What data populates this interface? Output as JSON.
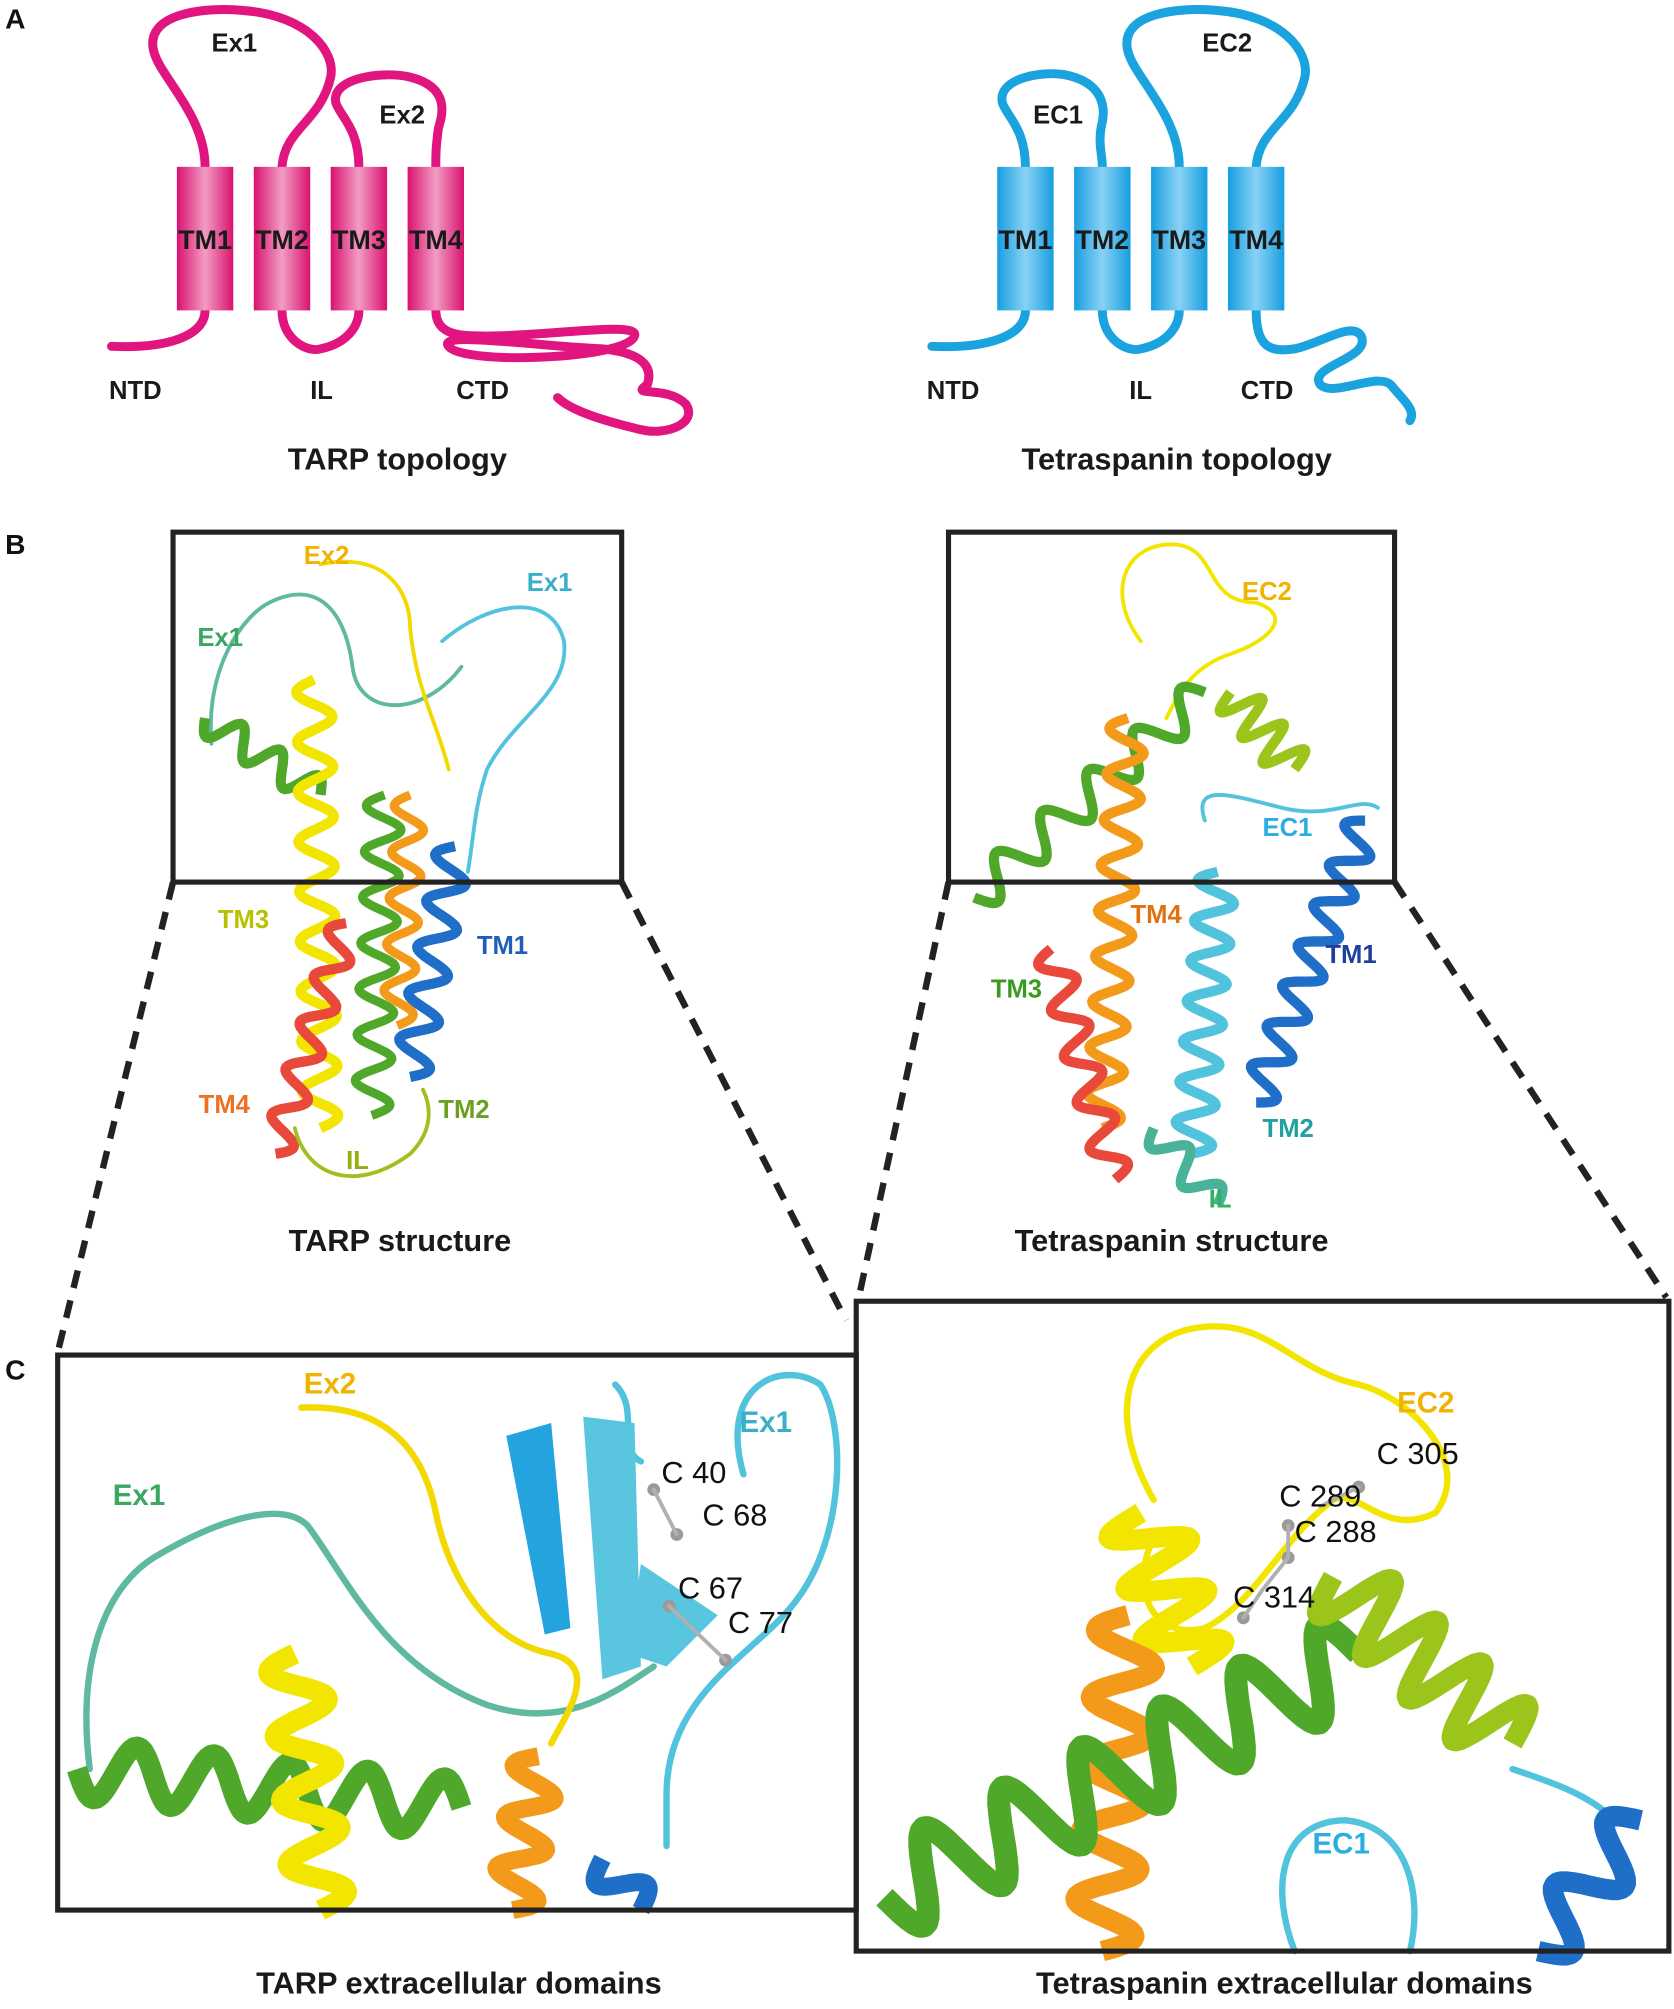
{
  "panels": {
    "a": "A",
    "b": "B",
    "c": "C"
  },
  "tarp_topology": {
    "title": "TARP topology",
    "color": "#e0157f",
    "loops": [
      "Ex1",
      "Ex2"
    ],
    "helices": [
      "TM1",
      "TM2",
      "TM3",
      "TM4"
    ],
    "regions": [
      "NTD",
      "IL",
      "CTD"
    ]
  },
  "tetraspanin_topology": {
    "title": "Tetraspanin topology",
    "color": "#1ba3e0",
    "loops": [
      "EC1",
      "EC2"
    ],
    "helices": [
      "TM1",
      "TM2",
      "TM3",
      "TM4"
    ],
    "regions": [
      "NTD",
      "IL",
      "CTD"
    ]
  },
  "tarp_structure": {
    "title": "TARP structure",
    "labels": {
      "ex2": "Ex2",
      "ex1_top": "Ex1",
      "ex1_left": "Ex1",
      "tm3": "TM3",
      "tm1": "TM1",
      "tm4": "TM4",
      "tm2": "TM2",
      "il": "IL"
    }
  },
  "tetraspanin_structure": {
    "title": "Tetraspanin structure",
    "labels": {
      "ec2": "EC2",
      "ec1": "EC1",
      "tm4": "TM4",
      "tm1": "TM1",
      "tm3": "TM3",
      "tm2": "TM2",
      "il": "IL"
    }
  },
  "tarp_extracellular": {
    "title": "TARP extracellular domains",
    "labels": {
      "ex2": "Ex2",
      "ex1_right": "Ex1",
      "ex1_left": "Ex1"
    },
    "cysteines": [
      "C 40",
      "C 68",
      "C 67",
      "C 77"
    ]
  },
  "tetraspanin_extracellular": {
    "title": "Tetraspanin extracellular domains",
    "labels": {
      "ec2": "EC2",
      "ec1": "EC1"
    },
    "cysteines": [
      "C 305",
      "C 289",
      "C 288",
      "C 314"
    ]
  },
  "colors": {
    "tarp": "#e0157f",
    "tetraspanin": "#1ba3e0",
    "yellow": "#f2e600",
    "orange": "#f39a1a",
    "green": "#4fa82a",
    "lime": "#9cc51c",
    "cyan": "#52c3dc",
    "blue": "#1f6fc8",
    "red": "#e8493a",
    "teal": "#49b39a"
  }
}
